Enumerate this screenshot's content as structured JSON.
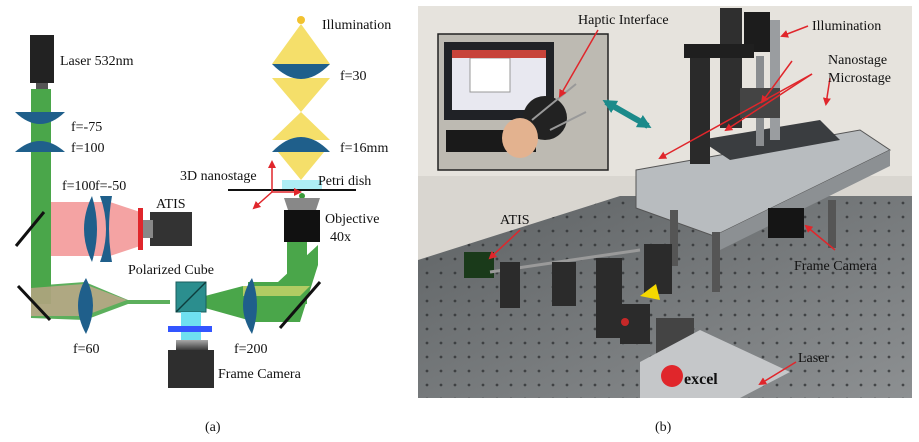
{
  "panel_a": {
    "caption": "(a)",
    "labels": {
      "laser": "Laser 532nm",
      "lens_f_neg75": "f=-75",
      "lens_f100_top": "f=100",
      "lens_f100_mid": "f=100",
      "lens_f_neg50": "f=-50",
      "atis": "ATIS",
      "polarized_cube": "Polarized Cube",
      "lens_f60": "f=60",
      "lens_f200": "f=200",
      "frame_camera": "Frame Camera",
      "illumination": "Illumination",
      "lens_f30": "f=30",
      "lens_f16": "f=16mm",
      "nanostage": "3D nanostage",
      "petri_dish": "Petri dish",
      "objective": "Objective",
      "objective_mag": "40x"
    },
    "colors": {
      "laser_beam": "#4aa64a",
      "atis_beam": "#f4a3a3",
      "illum_beam": "#f5df6a",
      "lens": "#1f5f8b",
      "mirror": "#111111",
      "arrow": "#e0262b"
    }
  },
  "panel_b": {
    "caption": "(b)",
    "labels": {
      "haptic": "Haptic Interface",
      "illumination": "Illumination",
      "nanostage": "Nanostage",
      "microstage": "Microstage",
      "atis": "ATIS",
      "frame_camera": "Frame Camera",
      "laser": "Laser",
      "brand": "excel"
    },
    "colors": {
      "annotation": "#e0262b",
      "teal_arrow": "#1b8a8a",
      "table": "#7d7f80"
    }
  }
}
